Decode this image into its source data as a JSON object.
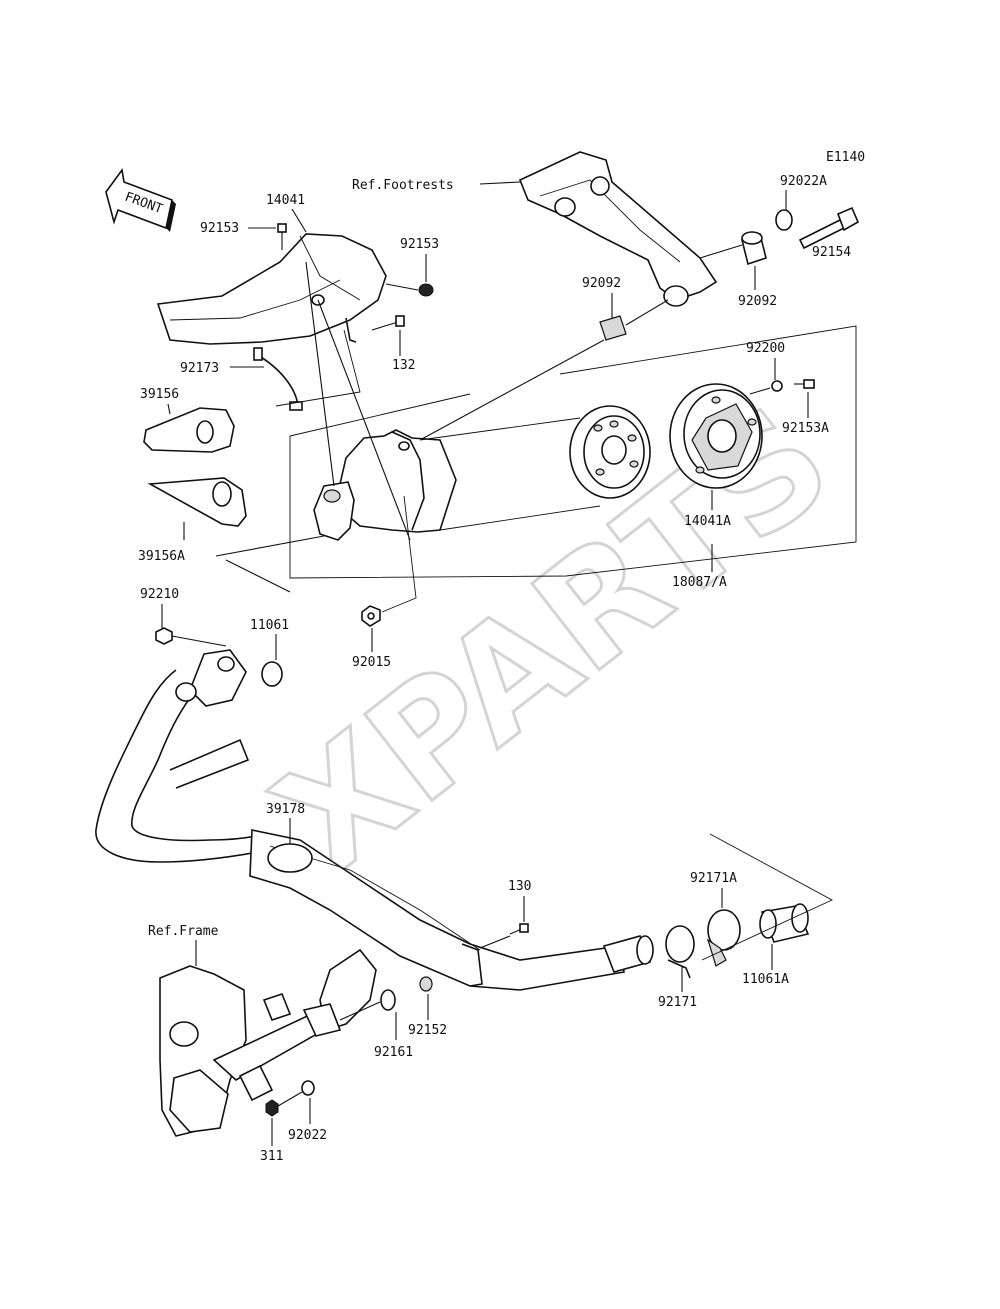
{
  "diagram": {
    "code": "E1140",
    "front_arrow_label": "FRONT",
    "watermark": "XPARTS",
    "references": {
      "footrests": "Ref.Footrests",
      "frame": "Ref.Frame"
    },
    "parts": {
      "p14041": "14041",
      "p92153_top": "92153",
      "p92153_right": "92153",
      "p132": "132",
      "p92173": "92173",
      "p39156": "39156",
      "p39156A": "39156A",
      "p92210": "92210",
      "p11061": "11061",
      "p92015": "92015",
      "p92092_left": "92092",
      "p92092_right": "92092",
      "p92022A": "92022A",
      "p92154": "92154",
      "p92200": "92200",
      "p92153A": "92153A",
      "p14041A": "14041A",
      "p18087A": "18087/A",
      "p39178": "39178",
      "p130": "130",
      "p92171A": "92171A",
      "p92171": "92171",
      "p11061A": "11061A",
      "p92152": "92152",
      "p92161": "92161",
      "p92022": "92022",
      "p311": "311"
    }
  }
}
